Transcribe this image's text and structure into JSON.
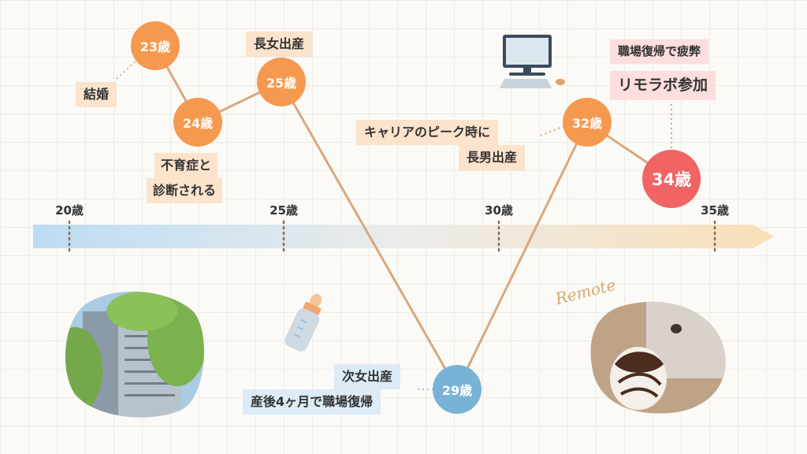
{
  "axis": {
    "ticks": [
      {
        "label": "20歳"
      },
      {
        "label": "25歳"
      },
      {
        "label": "30歳"
      },
      {
        "label": "35歳"
      }
    ]
  },
  "nodes": {
    "age23": "23歳",
    "age24": "24歳",
    "age25": "25歳",
    "age29": "29歳",
    "age32": "32歳",
    "age34": "34歳"
  },
  "labels": {
    "marriage": "結婚",
    "infertility_l1": "不育症と",
    "infertility_l2": "診断される",
    "first_daughter": "長女出産",
    "second_daughter_l1": "次女出産",
    "second_daughter_l2": "産後4ヶ月で職場復帰",
    "son_l1": "キャリアのピーク時に",
    "son_l2": "長男出産",
    "return_fatigue": "職場復帰で疲弊",
    "remolabo": "リモラボ参加"
  },
  "decor": {
    "remote_text": "Remote",
    "icons": [
      "computer-icon",
      "baby-bottle-icon",
      "office-building-photo",
      "coffee-drink-photo"
    ]
  },
  "colors": {
    "orange": "#f5994f",
    "blue": "#78b2d6",
    "red": "#f06464",
    "line": "#d9a77f",
    "label_bg": "#fbe3cc"
  }
}
